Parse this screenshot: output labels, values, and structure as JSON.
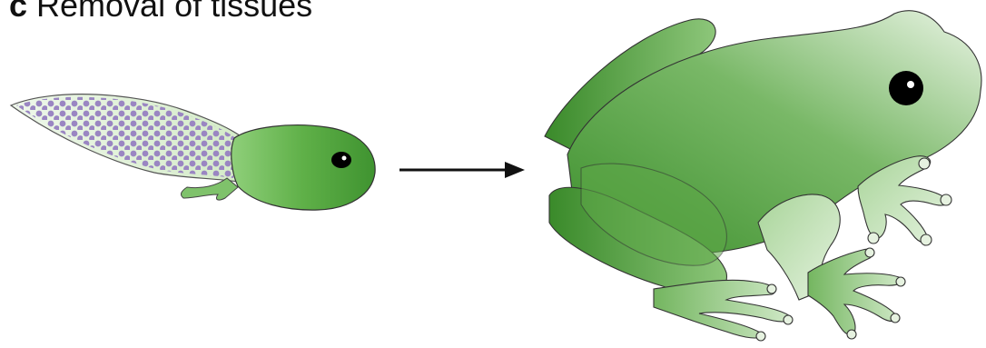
{
  "title": {
    "marker": "c",
    "text": "Removal of tissues"
  },
  "colors": {
    "frog_green_dark": "#3a8a2a",
    "frog_green_light": "#e8f3e2",
    "tadpole_green": "#4aa43a",
    "tissue_dots": "#9a86c2",
    "arrow": "#111111"
  },
  "icons": [
    "tadpole-illustration",
    "arrow-right-icon",
    "adult-frog-illustration"
  ]
}
